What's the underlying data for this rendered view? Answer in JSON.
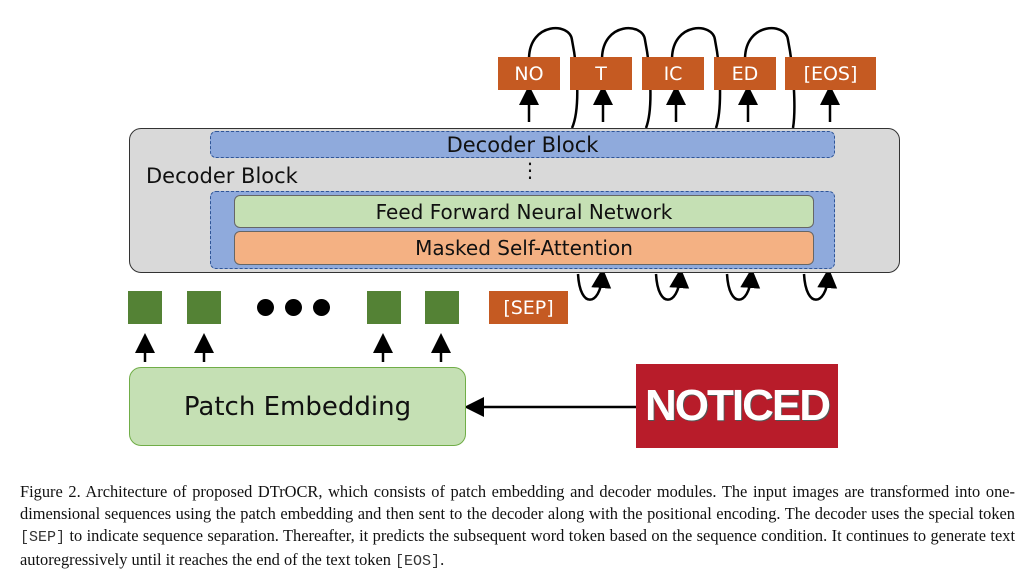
{
  "diagram": {
    "output_tokens": [
      "NO",
      "T",
      "IC",
      "ED",
      "[EOS]"
    ],
    "outer_block_label": "Decoder Block",
    "top_block_label": "Decoder Block",
    "ellipsis_vertical": "⋮",
    "ffn_label": "Feed Forward Neural Network",
    "attention_label": "Masked Self-Attention",
    "sep_token": "[SEP]",
    "patch_embedding_label": "Patch Embedding",
    "input_image_text": "NOTICED",
    "colors": {
      "token": "#c55a22",
      "patch": "#548235",
      "decoder_outer": "#d9d9d9",
      "decoder_inner": "#8faadc",
      "ffn": "#c5e0b4",
      "attention": "#f4b183",
      "input_image": "#b81c2a"
    }
  },
  "caption": {
    "prefix": "Figure 2. Architecture of proposed DTrOCR, which consists of patch embedding and decoder modules. The input images are transformed into one-dimensional sequences using the patch embedding and then sent to the decoder along with the positional encoding. The decoder uses the special token ",
    "sep_code": "[SEP]",
    "middle": " to indicate sequence separation. Thereafter, it predicts the subsequent word token based on the sequence condition. It continues to generate text autoregressively until it reaches the end of the text token ",
    "eos_code": "[EOS]",
    "suffix": "."
  }
}
